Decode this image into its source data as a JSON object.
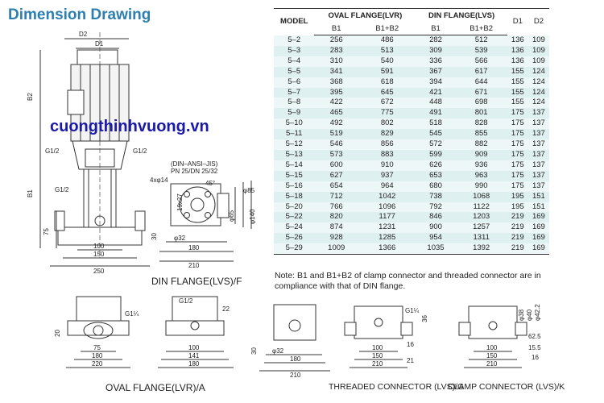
{
  "title": "Dimension Drawing",
  "watermark": "cuongthinhvuong.vn",
  "table": {
    "col_model": "MODEL",
    "group_oval": "OVAL FLANGE(LVR)",
    "group_din": "DIN FLANGE(LVS)",
    "col_d1": "D1",
    "col_d2": "D2",
    "sub_b1_oval": "B1",
    "sub_b1b2_oval": "B1+B2",
    "sub_b1_din": "B1",
    "sub_b1b2_din": "B1+B2",
    "rows": [
      [
        "5–2",
        "256",
        "486",
        "282",
        "512",
        "136",
        "109"
      ],
      [
        "5–3",
        "283",
        "513",
        "309",
        "539",
        "136",
        "109"
      ],
      [
        "5–4",
        "310",
        "540",
        "336",
        "566",
        "136",
        "109"
      ],
      [
        "5–5",
        "341",
        "591",
        "367",
        "617",
        "155",
        "124"
      ],
      [
        "5–6",
        "368",
        "618",
        "394",
        "644",
        "155",
        "124"
      ],
      [
        "5–7",
        "395",
        "645",
        "421",
        "671",
        "155",
        "124"
      ],
      [
        "5–8",
        "422",
        "672",
        "448",
        "698",
        "155",
        "124"
      ],
      [
        "5–9",
        "465",
        "775",
        "491",
        "801",
        "175",
        "137"
      ],
      [
        "5–10",
        "492",
        "802",
        "518",
        "828",
        "175",
        "137"
      ],
      [
        "5–11",
        "519",
        "829",
        "545",
        "855",
        "175",
        "137"
      ],
      [
        "5–12",
        "546",
        "856",
        "572",
        "882",
        "175",
        "137"
      ],
      [
        "5–13",
        "573",
        "883",
        "599",
        "909",
        "175",
        "137"
      ],
      [
        "5–14",
        "600",
        "910",
        "626",
        "936",
        "175",
        "137"
      ],
      [
        "5–15",
        "627",
        "937",
        "653",
        "963",
        "175",
        "137"
      ],
      [
        "5–16",
        "654",
        "964",
        "680",
        "990",
        "175",
        "137"
      ],
      [
        "5–18",
        "712",
        "1042",
        "738",
        "1068",
        "195",
        "151"
      ],
      [
        "5–20",
        "766",
        "1096",
        "792",
        "1122",
        "195",
        "151"
      ],
      [
        "5–22",
        "820",
        "1177",
        "846",
        "1203",
        "219",
        "169"
      ],
      [
        "5–24",
        "874",
        "1231",
        "900",
        "1257",
        "219",
        "169"
      ],
      [
        "5–26",
        "928",
        "1285",
        "954",
        "1311",
        "219",
        "169"
      ],
      [
        "5–29",
        "1009",
        "1366",
        "1035",
        "1392",
        "219",
        "169"
      ]
    ]
  },
  "note": "Note: B1 and B1+B2 of clamp connector and threaded connector are in compliance with that of DIN flange.",
  "captions": {
    "din_flange": "DIN FLANGE(LVS)/F",
    "oval_flange": "OVAL FLANGE(LVR)/A",
    "threaded": "THREADED CONNECTOR (LVS)/G",
    "clamp": "CLAMP CONNECTOR (LVS)/K"
  },
  "labels": {
    "d2": "D2",
    "d1": "D1",
    "b2": "B2",
    "b1": "B1",
    "g12": "G1/2",
    "g114": "G1¼",
    "din_std": "(DIN–ANSI–JIS)",
    "pn": "PN 25/DN 25/32",
    "holes": "4xφ14",
    "angle": "45°",
    "phi85": "φ85",
    "phi65": "φ65",
    "phi140": "φ140",
    "phi32": "φ32",
    "phi38": "φ38",
    "phi40": "φ40",
    "phi422": "φ42.2",
    "l75": "75",
    "l100": "100",
    "l150": "150",
    "l250": "250",
    "l30": "30",
    "l180": "180",
    "l210": "210",
    "l19x27": "19x27",
    "l20": "20",
    "l220": "220",
    "l22": "22",
    "l141": "141",
    "l16": "16",
    "l21": "21",
    "l36": "36",
    "l625": "62.5",
    "l155": "15.5"
  }
}
